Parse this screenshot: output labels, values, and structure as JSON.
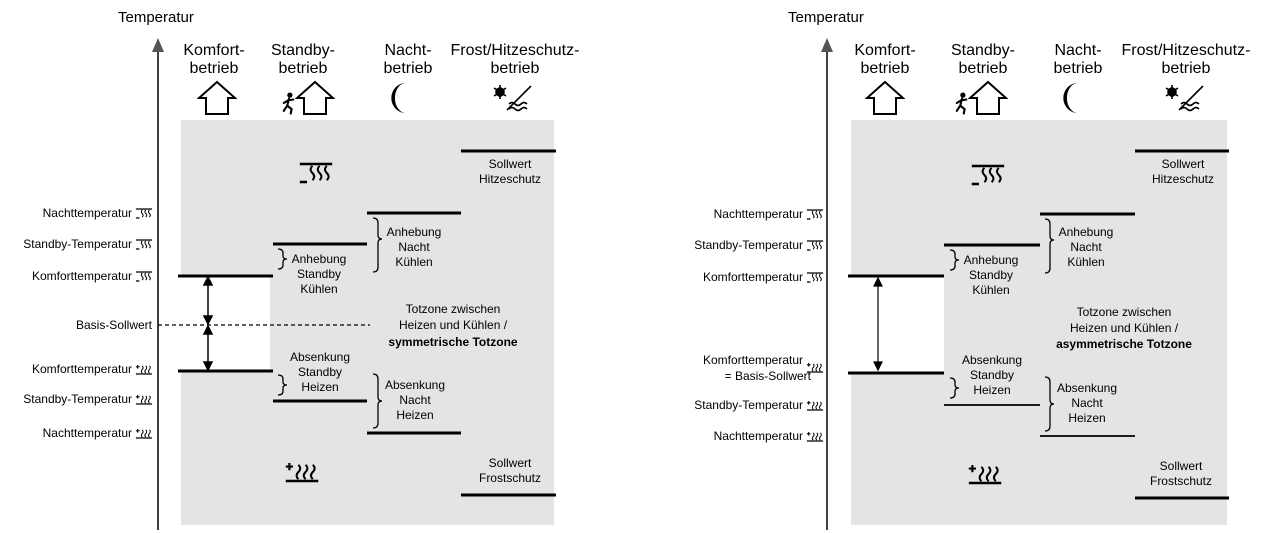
{
  "axis_title": "Temperatur",
  "modes": [
    {
      "line1": "Komfort-",
      "line2": "betrieb",
      "icon": "house-icon"
    },
    {
      "line1": "Standby-",
      "line2": "betrieb",
      "icon": "person-house-icon"
    },
    {
      "line1": "Nacht-",
      "line2": "betrieb",
      "icon": "moon-icon"
    },
    {
      "line1": "Frost/Hitzeschutz-",
      "line2": "betrieb",
      "icon": "frost-heat-icon"
    }
  ],
  "left": {
    "labels": {
      "cool_night": "Nachttemperatur",
      "cool_standby": "Standby-Temperatur",
      "cool_comfort": "Komforttemperatur",
      "basis": "Basis-Sollwert",
      "heat_comfort": "Komforttemperatur",
      "heat_standby": "Standby-Temperatur",
      "heat_night": "Nachttemperatur"
    },
    "sollwert_hitze": [
      "Sollwert",
      "Hitzeschutz"
    ],
    "anhebung_nacht": [
      "Anhebung",
      "Nacht",
      "Kühlen"
    ],
    "anhebung_standby": [
      "Anhebung",
      "Standby",
      "Kühlen"
    ],
    "totzone": [
      "Totzone zwischen",
      "Heizen und Kühlen /",
      "symmetrische Totzone"
    ],
    "absenkung_standby": [
      "Absenkung",
      "Standby",
      "Heizen"
    ],
    "absenkung_nacht": [
      "Absenkung",
      "Nacht",
      "Heizen"
    ],
    "sollwert_frost": [
      "Sollwert",
      "Frostschutz"
    ]
  },
  "right": {
    "labels": {
      "cool_night": "Nachttemperatur",
      "cool_standby": "Standby-Temperatur",
      "cool_comfort": "Komforttemperatur",
      "heat_comfort_1": "Komforttemperatur",
      "heat_comfort_2": "= Basis-Sollwert",
      "heat_standby": "Standby-Temperatur",
      "heat_night": "Nachttemperatur"
    },
    "sollwert_hitze": [
      "Sollwert",
      "Hitzeschutz"
    ],
    "anhebung_nacht": [
      "Anhebung",
      "Nacht",
      "Kühlen"
    ],
    "anhebung_standby": [
      "Anhebung",
      "Standby",
      "Kühlen"
    ],
    "totzone": [
      "Totzone zwischen",
      "Heizen und Kühlen /",
      "asymmetrische Totzone"
    ],
    "absenkung_standby": [
      "Absenkung",
      "Standby",
      "Heizen"
    ],
    "absenkung_nacht": [
      "Absenkung",
      "Nacht",
      "Heizen"
    ],
    "sollwert_frost": [
      "Sollwert",
      "Frostschutz"
    ]
  }
}
